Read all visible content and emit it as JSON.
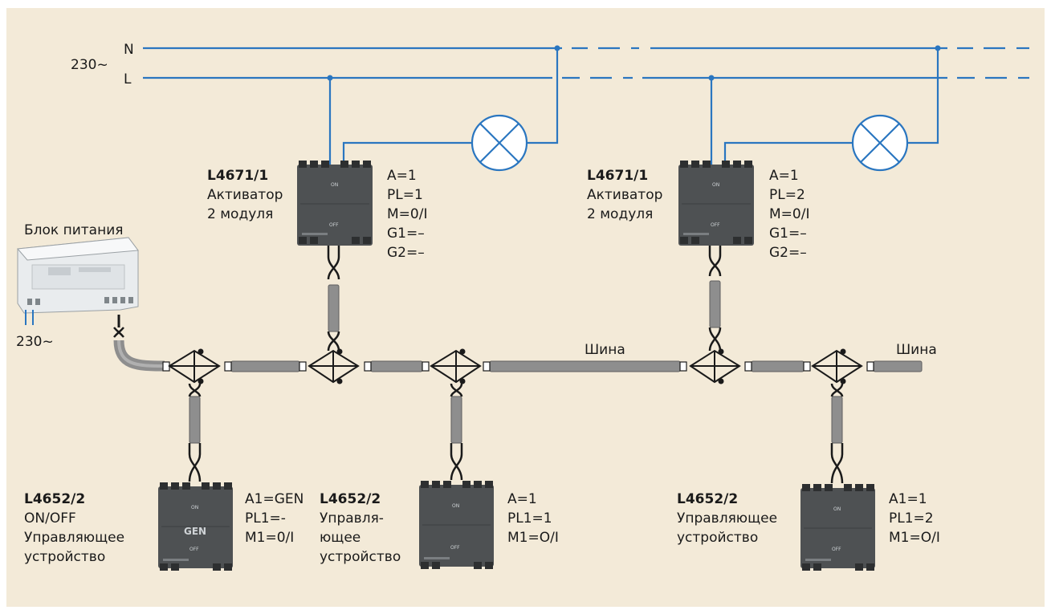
{
  "colors": {
    "background": "#f3ead8",
    "wire": "#2a76c0",
    "device": "#4e5153",
    "cable": "#8e8e8e",
    "twist": "#1a1a1a"
  },
  "mains": {
    "voltage_label": "230~",
    "neutral_label": "N",
    "live_label": "L"
  },
  "lamps": [
    {
      "icon": "lamp-icon"
    },
    {
      "icon": "lamp-icon"
    }
  ],
  "power_supply": {
    "title": "Блок питания",
    "input_label": "230~"
  },
  "bus": {
    "label_mid": "Шина",
    "label_end": "Шина"
  },
  "actuators": [
    {
      "code": "L4671/1",
      "desc": [
        "Активатор",
        "2 модуля"
      ],
      "config": [
        "A=1",
        "PL=1",
        "M=0/I",
        "G1=–",
        "G2=–"
      ],
      "on_label": "ON",
      "off_label": "OFF"
    },
    {
      "code": "L4671/1",
      "desc": [
        "Активатор",
        "2 модуля"
      ],
      "config": [
        "A=1",
        "PL=2",
        "M=0/I",
        "G1=–",
        "G2=–"
      ],
      "on_label": "ON",
      "off_label": "OFF"
    }
  ],
  "controls": [
    {
      "code": "L4652/2",
      "desc": [
        "ON/OFF",
        "Управляющее",
        "устройство"
      ],
      "config": [
        "A1=GEN",
        "PL1=-",
        "M1=0/I"
      ],
      "face_label": "GEN",
      "on_label": "ON",
      "off_label": "OFF"
    },
    {
      "code": "L4652/2",
      "desc": [
        "Управля-",
        "ющее",
        "устройство"
      ],
      "config": [
        "A=1",
        "PL1=1",
        "M1=O/I"
      ],
      "on_label": "ON",
      "off_label": "OFF"
    },
    {
      "code": "L4652/2",
      "desc": [
        "Управляющее",
        "устройство"
      ],
      "config": [
        "A1=1",
        "PL1=2",
        "M1=O/I"
      ],
      "on_label": "ON",
      "off_label": "OFF"
    }
  ]
}
